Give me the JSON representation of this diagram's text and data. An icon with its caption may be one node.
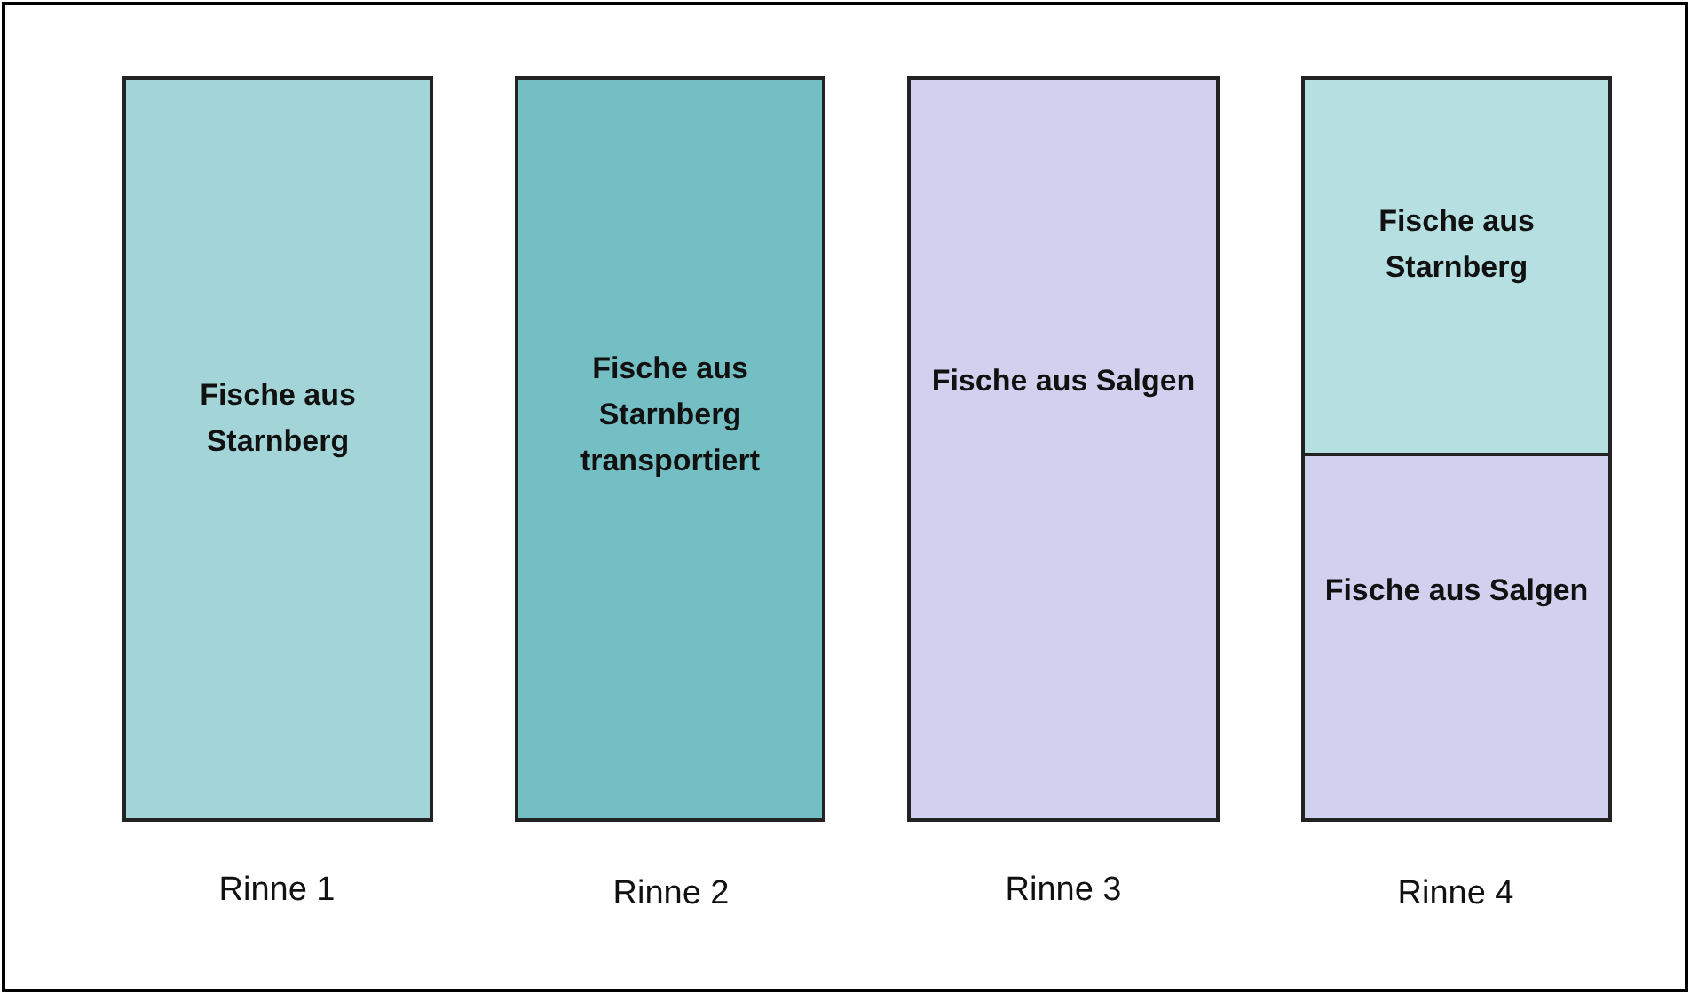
{
  "diagram": {
    "nodes": [
      {
        "text": [
          "Fische aus Starnberg"
        ]
      },
      {
        "text": [
          "Fische aus Starnberg transportiert"
        ]
      },
      {
        "text": [
          "Fische aus Salgen"
        ]
      },
      {
        "text": [
          "Fische aus Starnberg"
        ]
      },
      {
        "text": [
          "Fische aus Salgen"
        ]
      }
    ],
    "edges": [],
    "labels": [
      "Rinne 1",
      "Rinne 2",
      "Rinne 3",
      "Rinne 4"
    ]
  }
}
